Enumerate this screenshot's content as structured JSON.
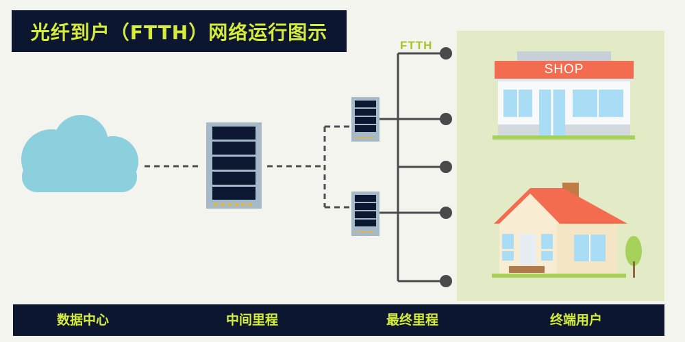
{
  "title": "光纤到户（FTTH）网络运行图示",
  "ftth_label": "FTTH",
  "shop_sign": "SHOP",
  "stages": [
    {
      "label": "数据中心"
    },
    {
      "label": "中间里程"
    },
    {
      "label": "最终里程"
    },
    {
      "label": "终端用户"
    }
  ],
  "colors": {
    "title_bg": "#0d1630",
    "title_text": "#d6ec3a",
    "ftth_text": "#a5c52b",
    "cloud": "#8ccfdd",
    "server_frame": "#a6b9c8",
    "server_panel": "#0c1732",
    "server_led": "#f0b619",
    "user_area": "#e3ebc6",
    "roof_red": "#f36c4f",
    "wall_cream": "#f8ecd2",
    "glass": "#a9ddf5",
    "grass": "#a6d15a"
  }
}
